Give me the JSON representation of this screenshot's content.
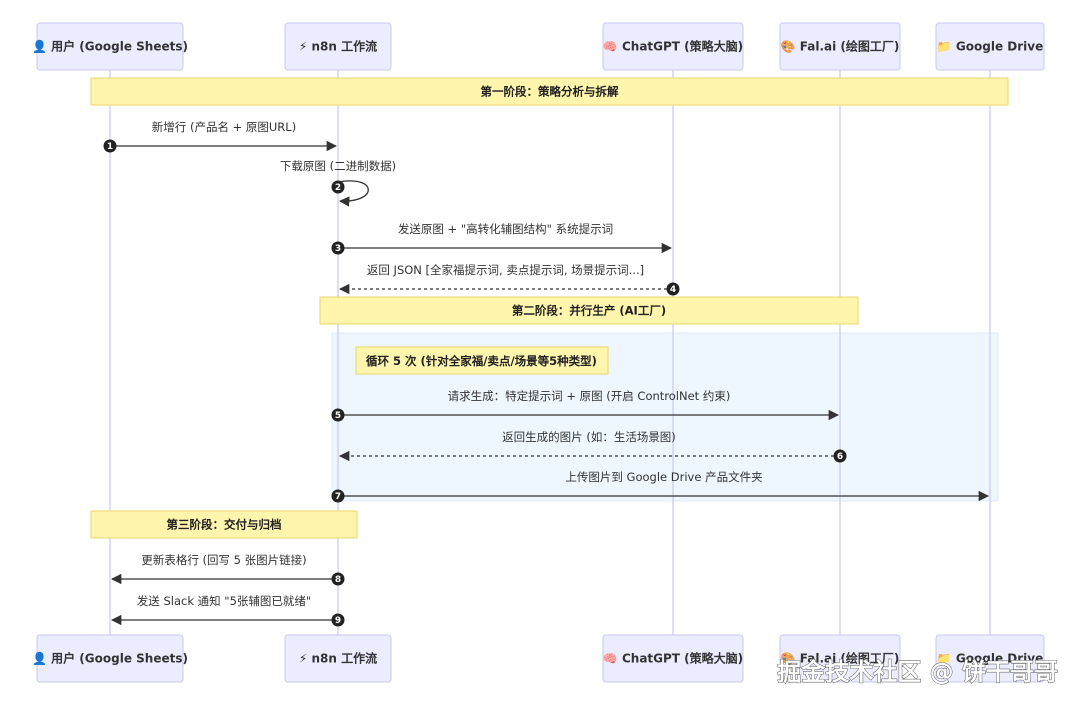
{
  "actors": [
    {
      "id": "user",
      "icon": "👤",
      "label": "用户 (Google Sheets)"
    },
    {
      "id": "n8n",
      "icon": "⚡",
      "label": "n8n 工作流"
    },
    {
      "id": "chatgpt",
      "icon": "🧠",
      "label": "ChatGPT (策略大脑)"
    },
    {
      "id": "falai",
      "icon": "🎨",
      "label": "Fal.ai (绘图工厂)"
    },
    {
      "id": "gdrive",
      "icon": "📁",
      "label": "Google Drive"
    }
  ],
  "phases": [
    {
      "label": "第一阶段：策略分析与拆解"
    },
    {
      "label": "第二阶段：并行生产 (AI工厂)"
    },
    {
      "label": "第三阶段：交付与归档"
    }
  ],
  "loop_note": "循环 5 次 (针对全家福/卖点/场景等5种类型)",
  "messages": [
    {
      "num": "1",
      "from": "user",
      "to": "n8n",
      "label": "新增行 (产品名 + 原图URL)",
      "style": "solid"
    },
    {
      "num": "2",
      "from": "n8n",
      "to": "n8n",
      "label": "下载原图 (二进制数据)",
      "style": "solid"
    },
    {
      "num": "3",
      "from": "n8n",
      "to": "chatgpt",
      "label": "发送原图 + \"高转化辅图结构\" 系统提示词",
      "style": "solid"
    },
    {
      "num": "4",
      "from": "chatgpt",
      "to": "n8n",
      "label": "返回 JSON [全家福提示词, 卖点提示词, 场景提示词...]",
      "style": "dotted"
    },
    {
      "num": "5",
      "from": "n8n",
      "to": "falai",
      "label": "请求生成：特定提示词 + 原图 (开启 ControlNet 约束)",
      "style": "solid"
    },
    {
      "num": "6",
      "from": "falai",
      "to": "n8n",
      "label": "返回生成的图片 (如：生活场景图)",
      "style": "dotted"
    },
    {
      "num": "7",
      "from": "n8n",
      "to": "gdrive",
      "label": "上传图片到 Google Drive 产品文件夹",
      "style": "solid"
    },
    {
      "num": "8",
      "from": "n8n",
      "to": "user",
      "label": "更新表格行 (回写 5 张图片链接)",
      "style": "solid"
    },
    {
      "num": "9",
      "from": "n8n",
      "to": "user",
      "label": "发送 Slack 通知 \"5张辅图已就绪\"",
      "style": "solid"
    }
  ],
  "watermark": "掘金技术社区 @ 饼干哥哥",
  "colors": {
    "actor_fill": "#ECECFF",
    "actor_stroke": "#C9C9EE",
    "lifeline": "#C9C9EE",
    "phase_fill": "#FFF5AD",
    "phase_stroke": "#E8D86A",
    "loop_fill": "#EEF6FE",
    "arrow": "#333333"
  }
}
